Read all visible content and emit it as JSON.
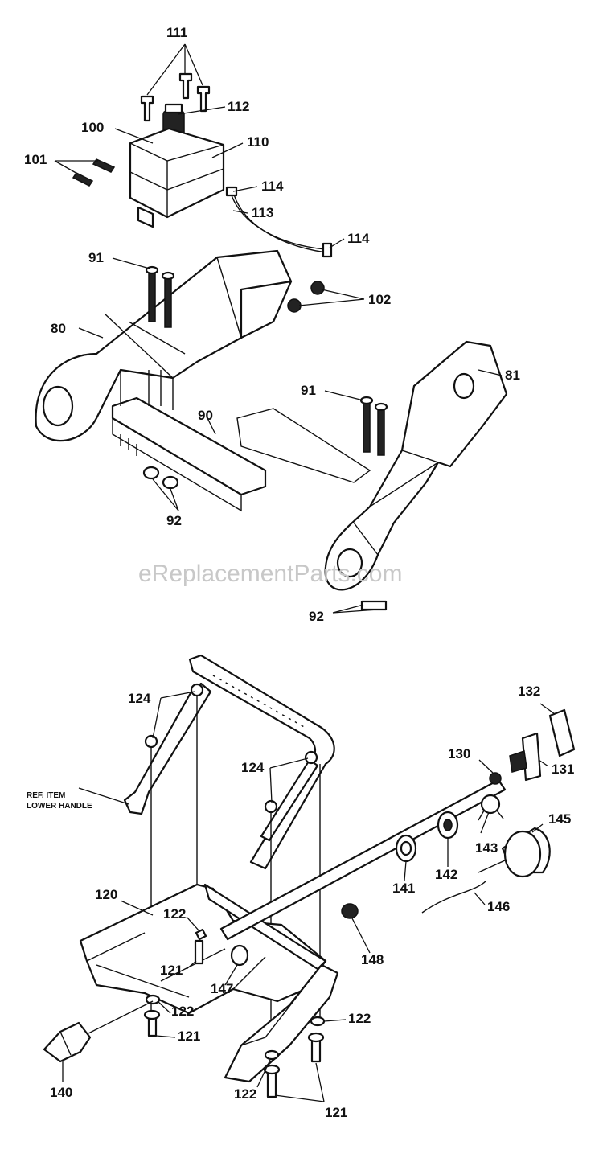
{
  "watermark": "eReplacementParts.com",
  "upper_assembly": {
    "labels": {
      "l111": "111",
      "l112": "112",
      "l100": "100",
      "l110": "110",
      "l101": "101",
      "l114a": "114",
      "l113": "113",
      "l114b": "114",
      "l91a": "91",
      "l102": "102",
      "l80": "80",
      "l81": "81",
      "l91b": "91",
      "l90": "90",
      "l92a": "92",
      "l92b": "92"
    }
  },
  "lower_assembly": {
    "labels": {
      "l132": "132",
      "l124a": "124",
      "l130": "130",
      "l131": "131",
      "l124b": "124",
      "ref1": "REF. ITEM",
      "ref2": "LOWER HANDLE",
      "l145": "145",
      "l143": "143",
      "l142": "142",
      "l141": "141",
      "l120": "120",
      "l146": "146",
      "l122a": "122",
      "l148": "148",
      "l121a": "121",
      "l147": "147",
      "l122b": "122",
      "l121b": "121",
      "l122c": "122",
      "l140": "140",
      "l122d": "122",
      "l121c": "121"
    }
  }
}
